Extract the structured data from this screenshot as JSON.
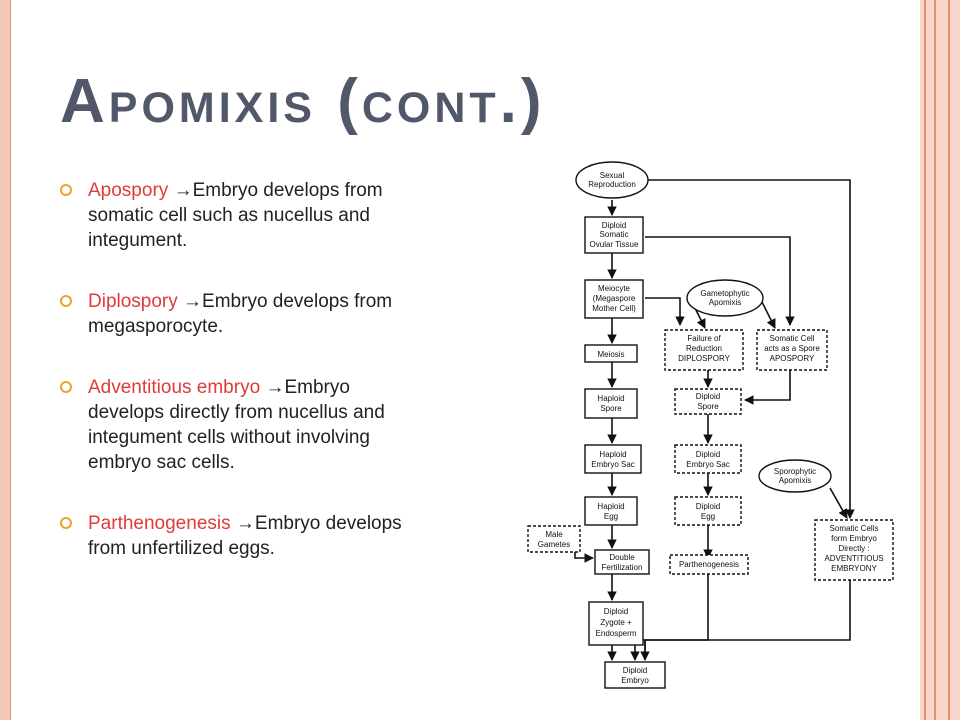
{
  "title": "Apomixis (cont.)",
  "arrow_symbol": "→",
  "bullets": [
    {
      "term": "Apospory",
      "text": "Embryo develops from somatic cell such as nucellus and integument."
    },
    {
      "term": "Diplospory",
      "text": "Embryo develops from megasporocyte."
    },
    {
      "term": "Adventitious embryo",
      "text": "Embryo develops directly from nucellus and integument cells without involving embryo sac cells."
    },
    {
      "term": "Parthenogenesis",
      "text": "Embryo develops from unfertilized eggs."
    }
  ],
  "diagram": {
    "sexual_reproduction": [
      "Sexual",
      "Reproduction"
    ],
    "diploid_somatic": [
      "Diploid",
      "Somatic",
      "Ovular Tissue"
    ],
    "meiocyte": [
      "Meiocyte",
      "(Megaspore",
      "Mother Cell)"
    ],
    "gametophytic": [
      "Gametophytic",
      "Apomixis"
    ],
    "meiosis": [
      "Meiosis"
    ],
    "failure": [
      "Failure of",
      "Reduction",
      "DIPLOSPORY"
    ],
    "somatic_spore": [
      "Somatic Cell",
      "acts as a Spore",
      "APOSPORY"
    ],
    "haploid_spore": [
      "Haploid",
      "Spore"
    ],
    "diploid_spore": [
      "Diploid",
      "Spore"
    ],
    "haploid_sac": [
      "Haploid",
      "Embryo Sac"
    ],
    "diploid_sac": [
      "Diploid",
      "Embryo Sac"
    ],
    "sporophytic": [
      "Sporophytic",
      "Apomixis"
    ],
    "haploid_egg": [
      "Haploid",
      "Egg"
    ],
    "diploid_egg": [
      "Diploid",
      "Egg"
    ],
    "male_gametes": [
      "Male",
      "Gametes"
    ],
    "double_fert": [
      "Double",
      "Fertilization"
    ],
    "parthenogenesis": [
      "Parthenogenesis"
    ],
    "somatic_embryo": [
      "Somatic Cells",
      "form Embryo",
      "Directly :",
      "ADVENTITIOUS",
      "EMBRYONY"
    ],
    "diploid_zygote": [
      "Diploid",
      "Zygote +",
      "Endosperm"
    ],
    "diploid_embryo": [
      "Diploid",
      "Embryo"
    ]
  }
}
